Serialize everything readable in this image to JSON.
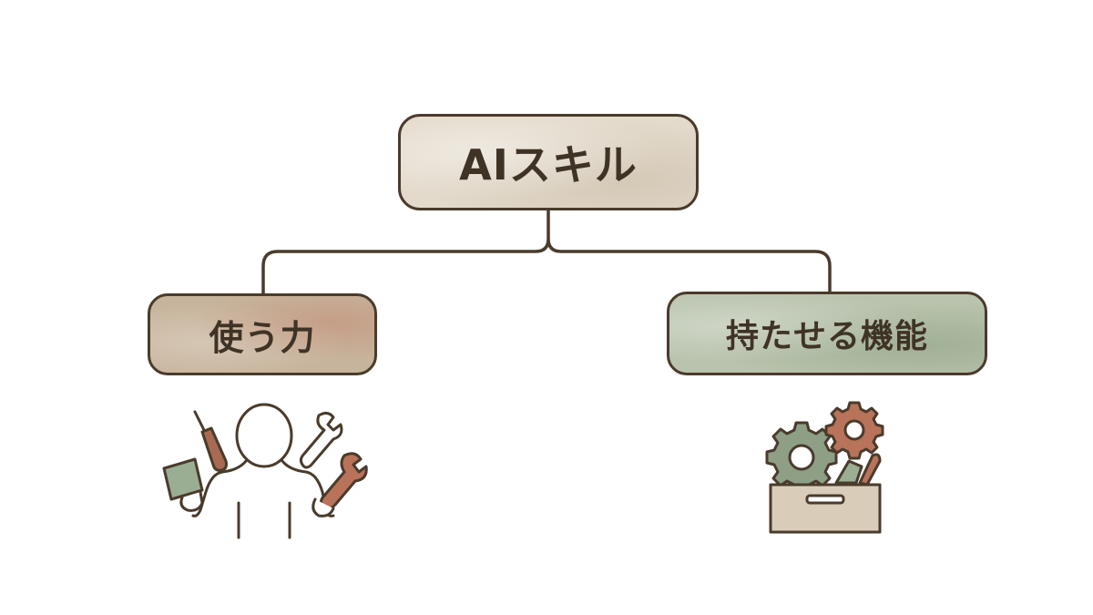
{
  "diagram": {
    "root_label": "AIスキル",
    "left_label": "使う力",
    "right_label": "持たせる機能"
  },
  "illustrations": {
    "left_icon": "person-with-tools-icon",
    "right_icon": "toolbox-with-gears-icon"
  },
  "colors": {
    "outline": "#4a3b2c",
    "root_fill": "#e3dacb",
    "left_fill": "#c7b49c",
    "right_fill": "#b9c3ad",
    "accent_rust": "#b8735a",
    "accent_sage": "#8e9f86"
  }
}
